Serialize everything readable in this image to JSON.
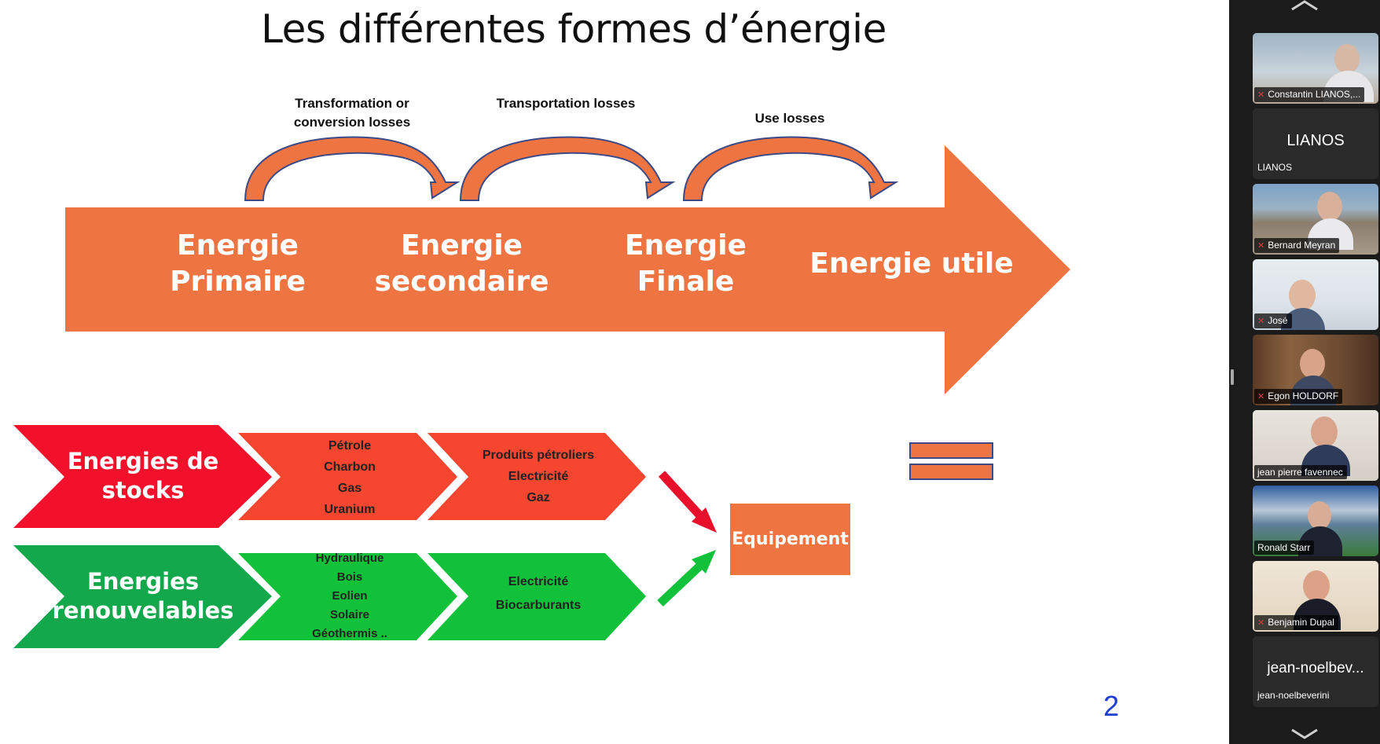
{
  "slide": {
    "title": "Les différentes formes d’énergie",
    "losses": [
      "Transformation or conversion losses",
      "Transportation losses",
      "Use losses"
    ],
    "energy_stages": [
      {
        "line1": "Energie",
        "line2": "Primaire"
      },
      {
        "line1": "Energie",
        "line2": "secondaire"
      },
      {
        "line1": "Energie",
        "line2": "Finale"
      },
      {
        "line1": "Energie utile",
        "line2": ""
      }
    ],
    "stocks": {
      "head_line1": "Energies de",
      "head_line2": "stocks",
      "primary": [
        "Pétrole",
        "Charbon",
        "Gas",
        "Uranium"
      ],
      "secondary": [
        "Produits pétroliers",
        "Electricité",
        "Gaz"
      ]
    },
    "renewables": {
      "head_line1": "Energies",
      "head_line2": "renouvelables",
      "primary": [
        "Hydraulique",
        "Bois",
        "Eolien",
        "Solaire",
        "Géothermis .."
      ],
      "secondary": [
        "Electricité",
        "Biocarburants"
      ]
    },
    "equipment_label": "Equipement",
    "page_number": "2",
    "colors": {
      "orange": "#ee7542",
      "red": "#f2102a",
      "light_red": "#f74630",
      "green": "#13a84c",
      "light_green": "#11c13a"
    }
  },
  "participants": [
    {
      "name": "Constantin LIANOS,...",
      "type": "video",
      "muted": true
    },
    {
      "name": "LIANOS",
      "display_big": "LIANOS",
      "type": "avatar"
    },
    {
      "name": "Bernard Meyran",
      "type": "video",
      "muted": true
    },
    {
      "name": "José",
      "type": "video",
      "muted": true
    },
    {
      "name": "Egon HOLDORF",
      "type": "video",
      "muted": true
    },
    {
      "name": "jean pierre favennec",
      "type": "video",
      "muted": false,
      "active": true
    },
    {
      "name": "Ronald Starr",
      "type": "video",
      "muted": false
    },
    {
      "name": "Benjamin Dupal",
      "type": "video",
      "muted": true
    },
    {
      "name": "jean-noelbeverini",
      "display_big": "jean-noelbev...",
      "type": "avatar"
    }
  ],
  "icons": {
    "scroll_up": "chevron-up-icon",
    "scroll_down": "chevron-down-icon",
    "muted": "mic-muted-icon"
  }
}
